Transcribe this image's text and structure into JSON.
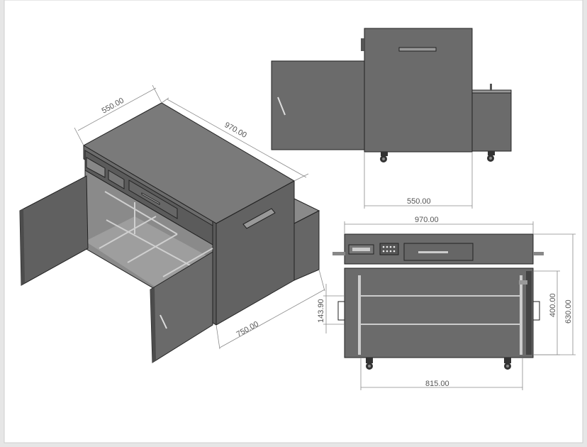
{
  "dimensions": {
    "iso_depth": "550.00",
    "iso_length": "970.00",
    "iso_width": "750.00",
    "side_depth": "550.00",
    "front_length": "970.00",
    "front_height": "630.00",
    "front_inner_height": "400.00",
    "front_shelf_gap": "143.90",
    "front_wheelbase": "815.00"
  },
  "colors": {
    "body": "#6b6b6b",
    "body_dark": "#555555",
    "body_light": "#7a7a7a",
    "interior": "#8a8a8a",
    "paper": "#ffffff",
    "dimension": "#8a8a8a"
  }
}
